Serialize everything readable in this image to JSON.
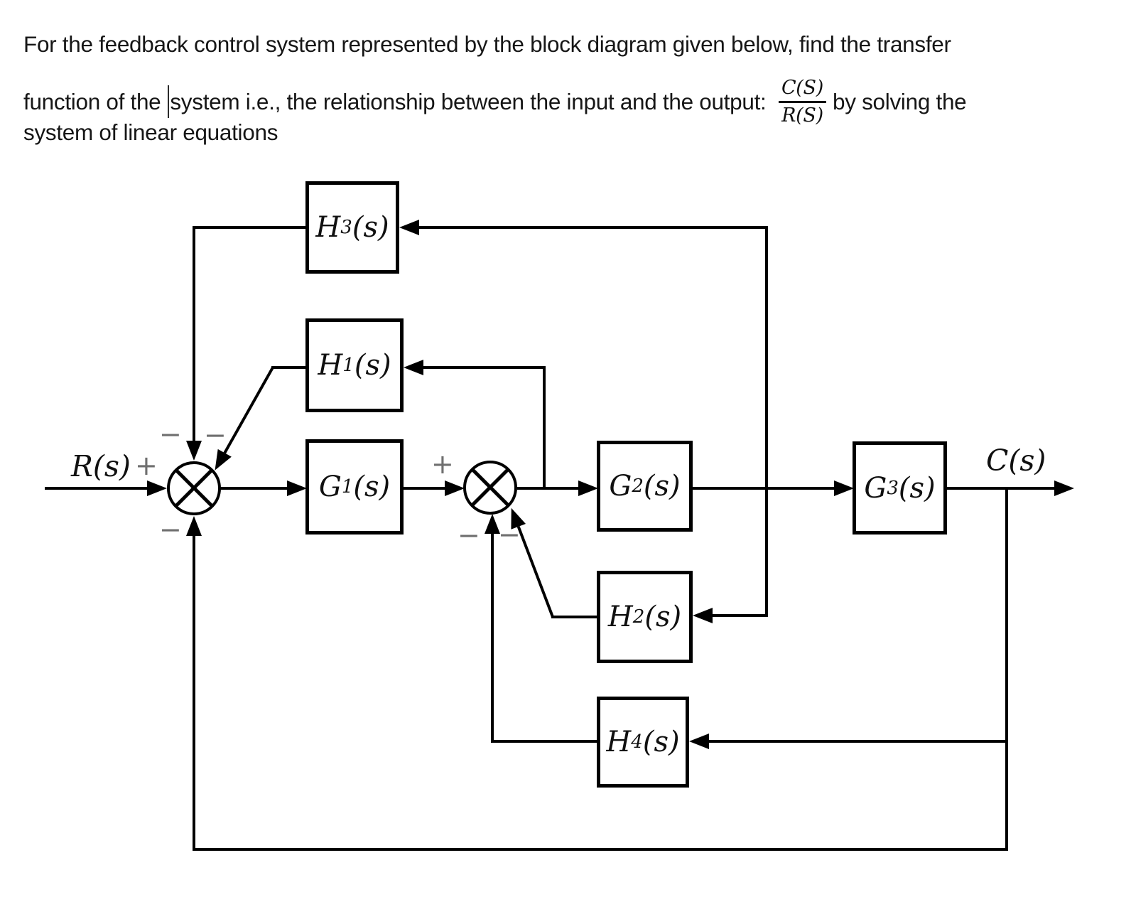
{
  "question": {
    "line1": "For the feedback control system represented by the block diagram given below, find the transfer",
    "line2_before_caret": "function of the ",
    "line2_after_caret": "system i.e., the relationship between the input and the output: ",
    "fraction": {
      "numerator": "C(S)",
      "denominator": "R(S)"
    },
    "line2_after_fraction": "by solving the",
    "line3": "system of linear equations"
  },
  "diagram": {
    "input_label": "R(s)",
    "output_label": "C(s)",
    "blocks": {
      "h3": {
        "pre": "H",
        "sub": "3",
        "suffix": "(s)"
      },
      "h1": {
        "pre": "H",
        "sub": "1",
        "suffix": "(s)"
      },
      "g1": {
        "pre": "G",
        "sub": "1",
        "suffix": "(s)"
      },
      "g2": {
        "pre": "G",
        "sub": "2",
        "suffix": "(s)"
      },
      "g3": {
        "pre": "G",
        "sub": "3",
        "suffix": "(s)"
      },
      "h2": {
        "pre": "H",
        "sub": "2",
        "suffix": "(s)"
      },
      "h4": {
        "pre": "H",
        "sub": "4",
        "suffix": "(s)"
      }
    },
    "signs": {
      "sum1_plus": "+",
      "sum1_top_left_minus": "−",
      "sum1_top_right_minus": "−",
      "sum1_bottom_minus": "−",
      "sum2_plus": "+",
      "sum2_bottom_left_minus": "−",
      "sum2_bottom_right_minus": "−"
    },
    "colors": {
      "line": "#000000",
      "sign": "#6f6f6f",
      "background": "#ffffff"
    }
  }
}
